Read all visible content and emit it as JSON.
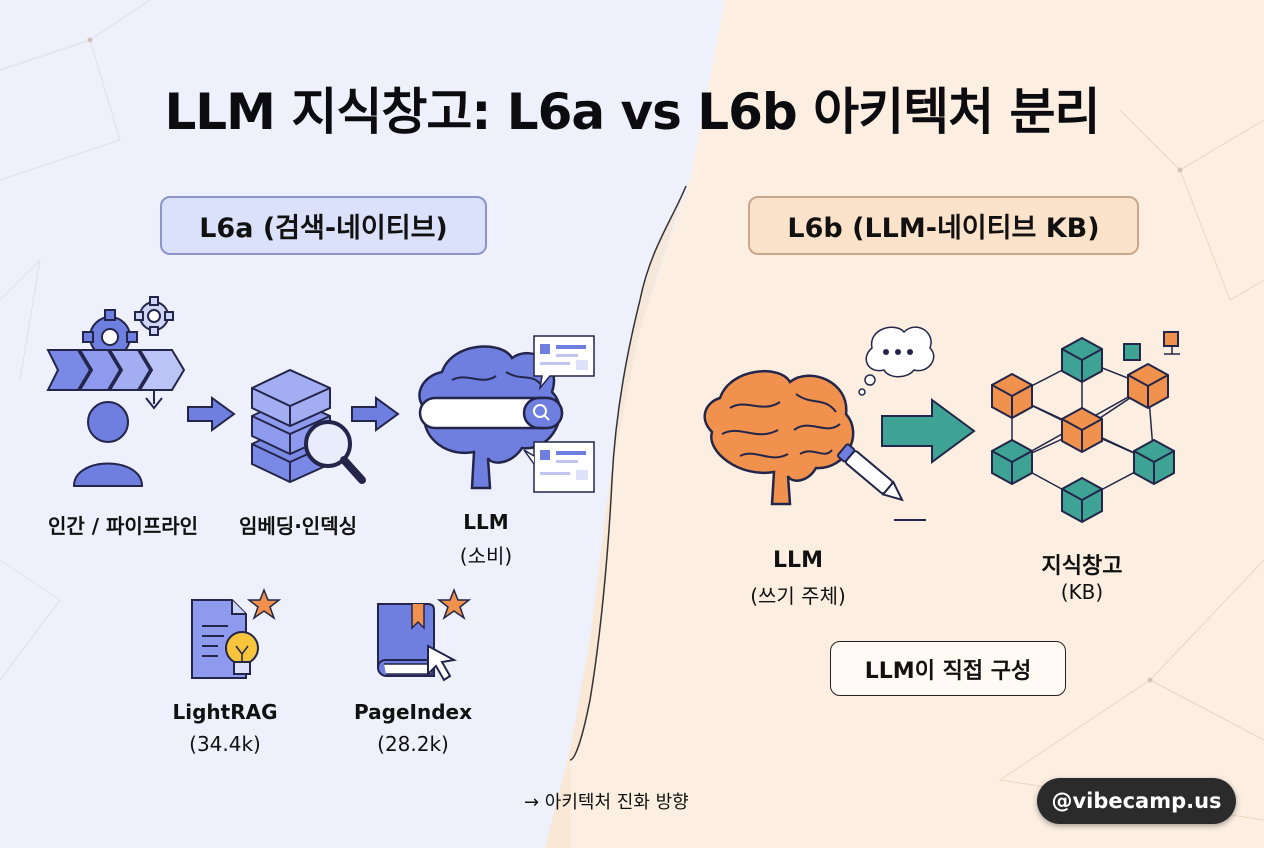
{
  "title": "LLM 지식창고: L6a vs L6b 아키텍처 분리",
  "left": {
    "header": "L6a (검색-네이티브)",
    "steps": [
      {
        "label": "인간 / 파이프라인",
        "icon": "user-pipeline-icon"
      },
      {
        "label": "임베딩·인덱싱",
        "icon": "database-search-icon"
      },
      {
        "label": "LLM",
        "sublabel": "(소비)",
        "icon": "brain-search-icon"
      }
    ],
    "examples": [
      {
        "name": "LightRAG",
        "stars": "(34.4k)",
        "icon": "document-lightbulb-icon"
      },
      {
        "name": "PageIndex",
        "stars": "(28.2k)",
        "icon": "book-cursor-icon"
      }
    ]
  },
  "right": {
    "header": "L6b (LLM-네이티브 KB)",
    "llm": {
      "label": "LLM",
      "sublabel": "(쓰기 주체)",
      "icon": "brain-pen-icon"
    },
    "kb": {
      "label": "지식창고",
      "sublabel": "(KB)",
      "icon": "knowledge-graph-icon"
    },
    "tag": "LLM이 직접 구성"
  },
  "footer": {
    "evolution": "→ 아키텍처 진화 방향",
    "watermark": "@vibecamp.us"
  },
  "colors": {
    "left_bg": "#eef1fb",
    "right_bg": "#fcefe2",
    "left_accent": "#6f7fe0",
    "right_accent": "#f0924d",
    "teal": "#3ea394"
  }
}
